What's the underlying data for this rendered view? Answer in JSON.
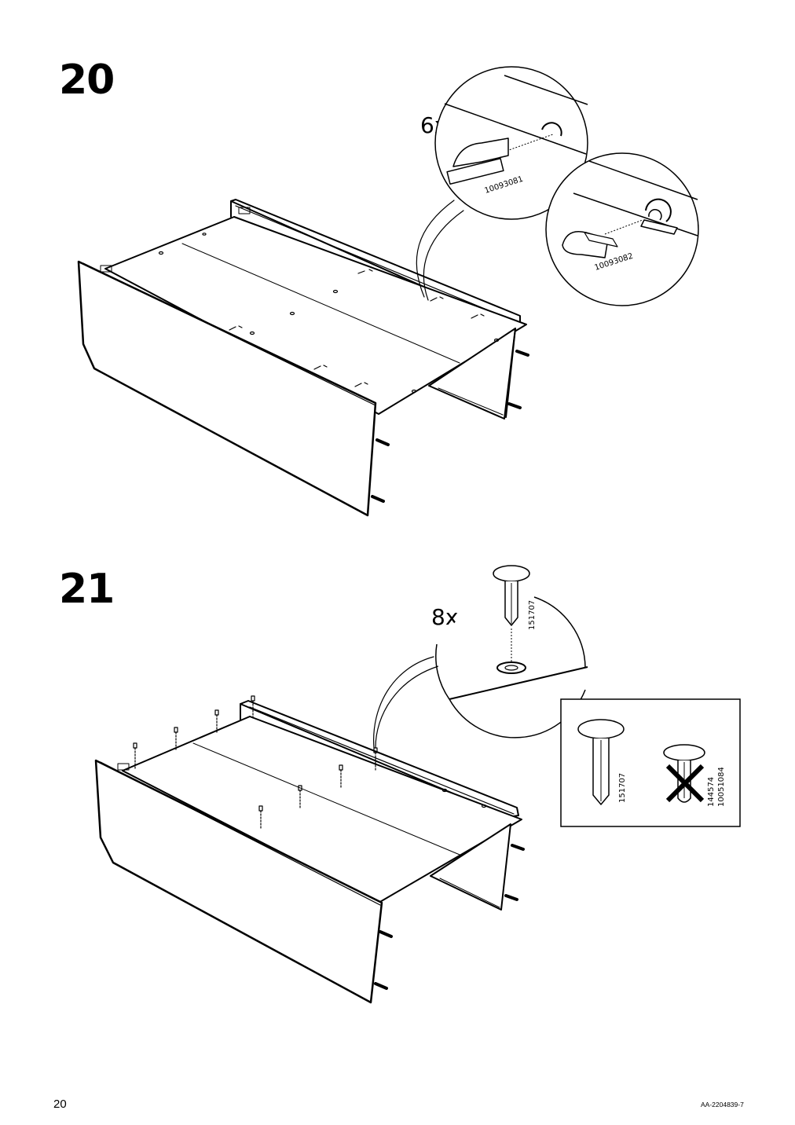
{
  "steps": [
    {
      "number": "20",
      "quantity": "6x",
      "parts": [
        "10093081",
        "10093082"
      ]
    },
    {
      "number": "21",
      "quantity": "8x",
      "parts": [
        "151707"
      ],
      "comparison": {
        "correct_part": "151707",
        "incorrect_parts": [
          "144574",
          "10051084"
        ]
      }
    }
  ],
  "footer": {
    "page_number": "20",
    "doc_code": "AA-2204839-7"
  }
}
